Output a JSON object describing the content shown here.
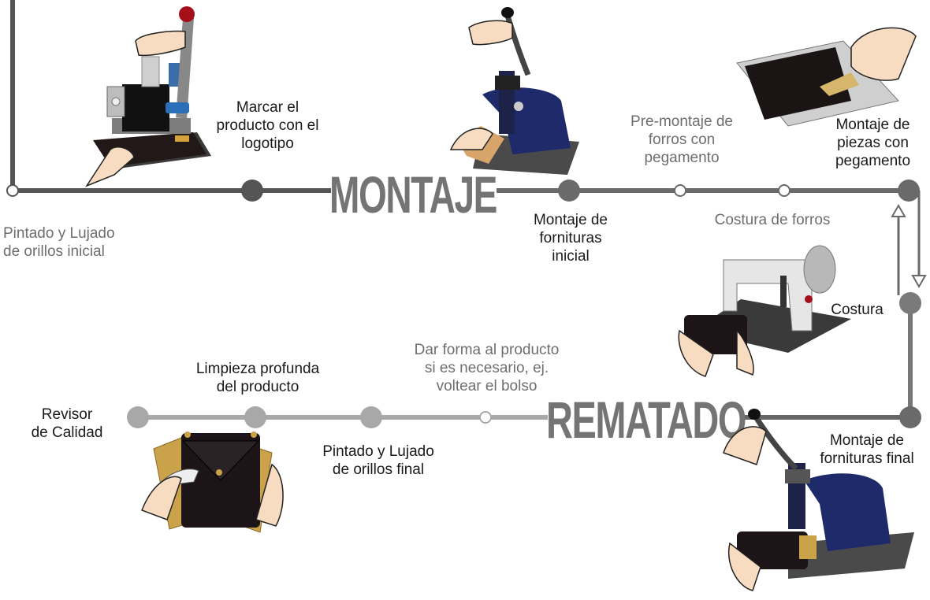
{
  "sections": {
    "montaje": "MONTAJE",
    "rematado": "REMATADO"
  },
  "steps": {
    "marcar": "Marcar el\nproducto con el\nlogotipo",
    "pintado_inicial": "Pintado y Lujado\nde orillos inicial",
    "montaje_fornituras_inicial": "Montaje de\nfornituras\ninicial",
    "pre_montaje_forros": "Pre-montaje de\nforros con\npegamento",
    "costura_forros": "Costura de forros",
    "montaje_piezas": "Montaje de\npiezas con\npegamento",
    "costura": "Costura",
    "montaje_fornituras_final": "Montaje de\nforniturras final",
    "dar_forma": "Dar forma al producto\nsi es necesario, ej.\nvoltear el bolso",
    "pintado_final": "Pintado y Lujado\nde orillos final",
    "limpieza": "Limpieza profunda\ndel producto",
    "revisor": "Revisor\nde Calidad"
  },
  "colors": {
    "line_dark": "#555555",
    "line_light": "#a8a8a8",
    "node_dark": "#555555",
    "node_light": "#a8a8a8",
    "title": "#747474",
    "machine_blue": "#1f2a6b",
    "leather": "#1c1416",
    "skin": "#f7dcc2",
    "gold": "#c9a24a"
  },
  "icons": [
    "stamping-press-icon",
    "riveting-press-icon",
    "gluing-board-icon",
    "sewing-machine-icon",
    "riveting-press-final-icon",
    "bag-inspection-icon"
  ]
}
